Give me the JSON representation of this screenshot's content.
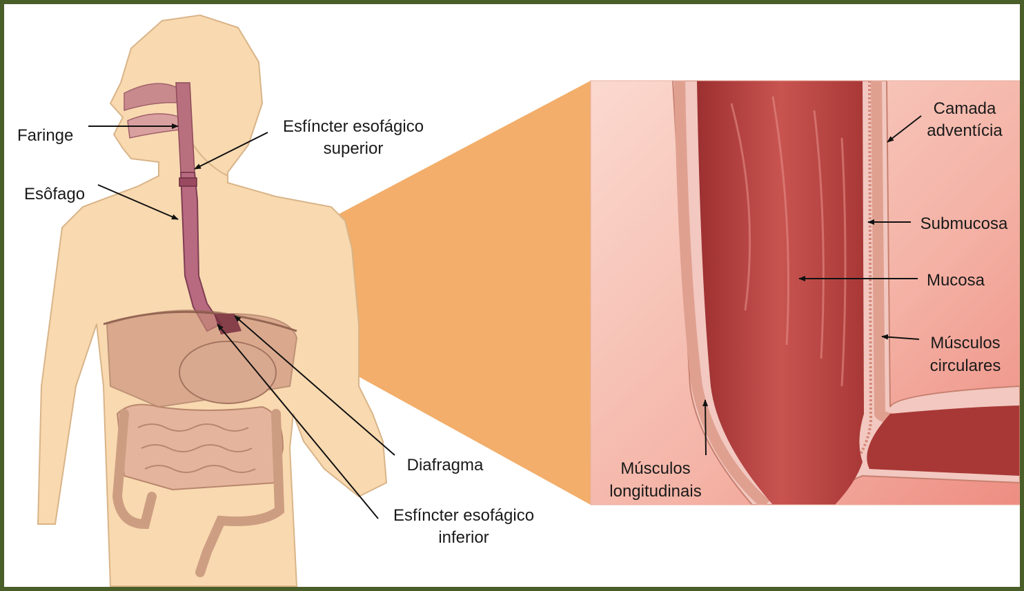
{
  "labels": {
    "faringe": "Faringe",
    "esofago": "Esôfago",
    "ees_line1": "Esfíncter esofágico",
    "ees_line2": "superior",
    "diafragma": "Diafragma",
    "eei_line1": "Esfíncter esofágico",
    "eei_line2": "inferior",
    "camada_line1": "Camada",
    "camada_line2": "adventícia",
    "submucosa": "Submucosa",
    "mucosa": "Mucosa",
    "musc_circ_line1": "Músculos",
    "musc_circ_line2": "circulares",
    "musc_long_line1": "Músculos",
    "musc_long_line2": "longitudinais"
  },
  "colors": {
    "frame": "#4a5e2a",
    "skin": "#f8d9b0",
    "skin_outline": "#d9b488",
    "callout": "#f0a050",
    "esophagus": "#b86a80",
    "tissue": "#c74a48",
    "background_tissue": "#f6c4b8",
    "organs": "#d49a7e",
    "arrow": "#111111"
  }
}
